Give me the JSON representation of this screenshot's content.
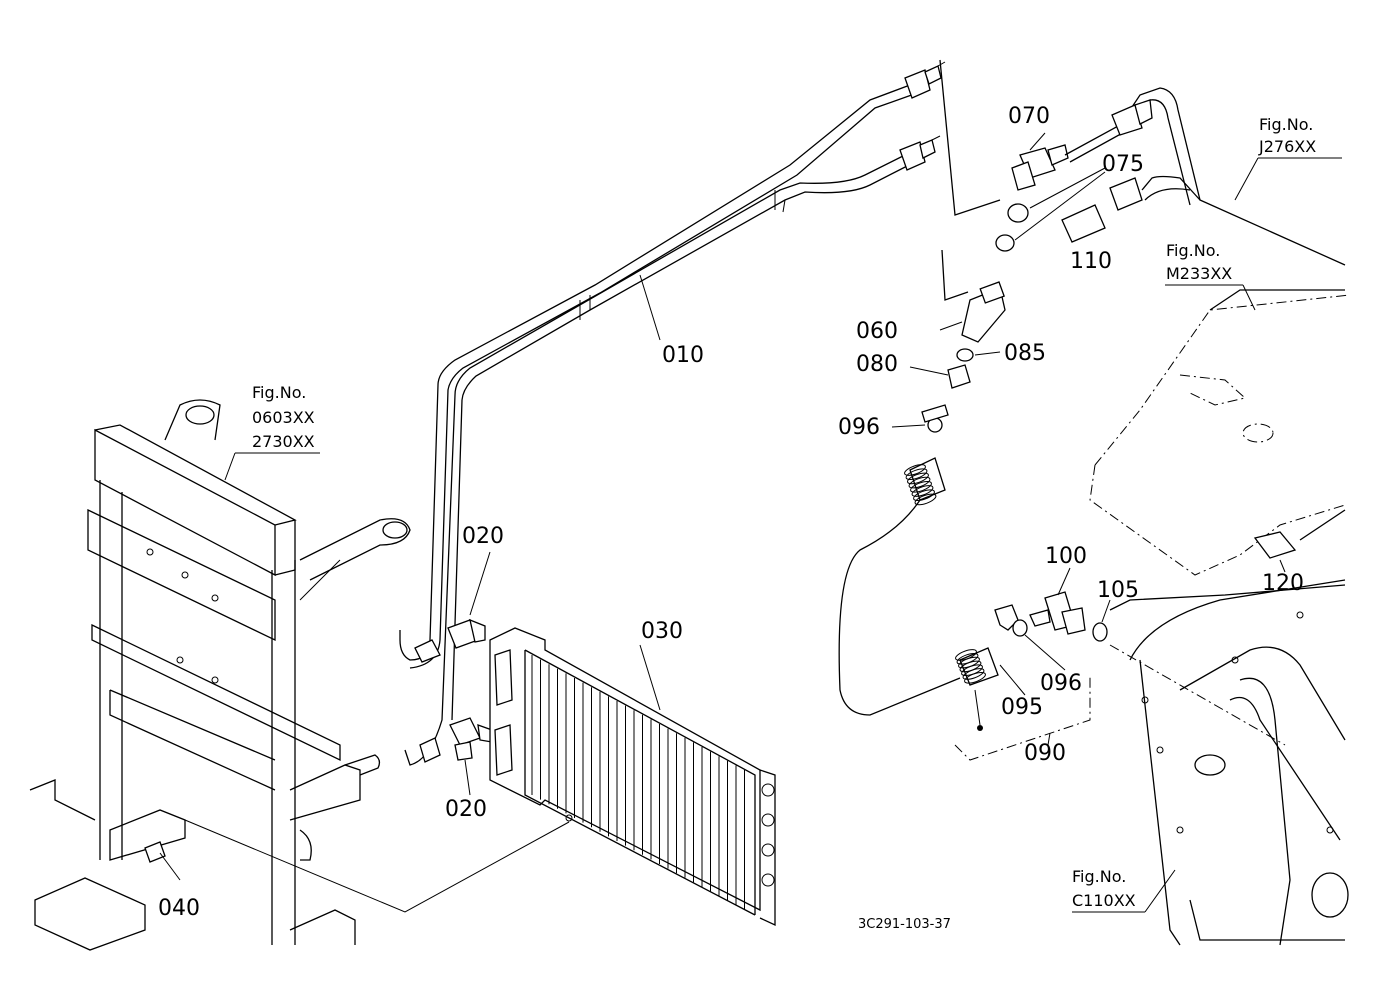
{
  "parts": {
    "p010": "010",
    "p020a": "020",
    "p020b": "020",
    "p030": "030",
    "p040": "040",
    "p060": "060",
    "p070": "070",
    "p075": "075",
    "p080": "080",
    "p085": "085",
    "p090": "090",
    "p095": "095",
    "p096a": "096",
    "p096b": "096",
    "p100": "100",
    "p105": "105",
    "p110": "110",
    "p120": "120"
  },
  "figrefs": {
    "j276": {
      "title": "Fig.No.",
      "code": "J276XX"
    },
    "m233": {
      "title": "Fig.No.",
      "code": "M233XX"
    },
    "frame": {
      "title": "Fig.No.",
      "code1": "0603XX",
      "code2": "2730XX"
    },
    "c110": {
      "title": "Fig.No.",
      "code": "C110XX"
    }
  },
  "drawing_code": "3C291-103-37"
}
